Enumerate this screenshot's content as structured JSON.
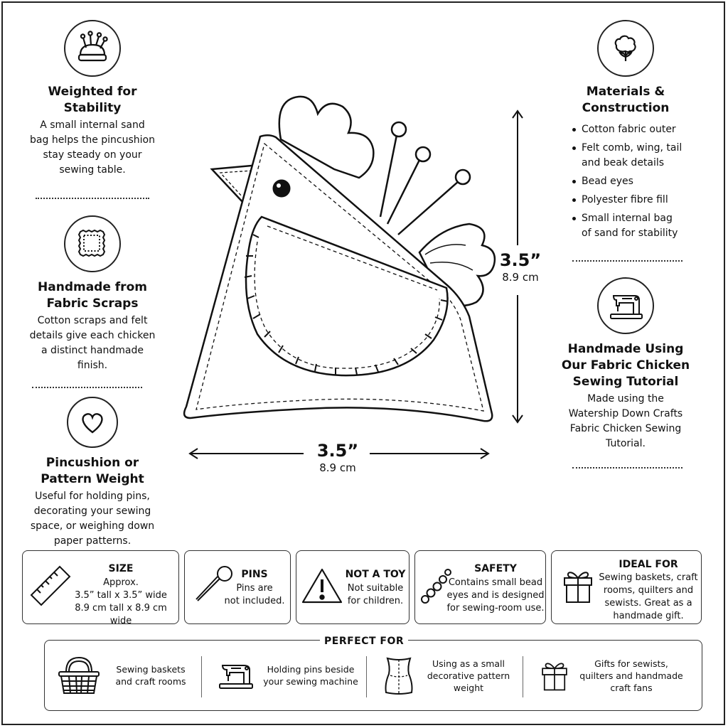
{
  "features_left": [
    {
      "title_lines": [
        "Weighted for",
        "Stability"
      ],
      "desc_lines": [
        "A small internal sand",
        "bag helps the pincushion",
        "stay steady on your",
        "sewing table."
      ],
      "icon": "pincushion-icon"
    },
    {
      "title_lines": [
        "Handmade from",
        "Fabric Scraps"
      ],
      "desc_lines": [
        "Cotton scraps and felt",
        "details give each chicken",
        "a distinct handmade",
        "finish."
      ],
      "icon": "fabric-swatch-icon"
    },
    {
      "title_lines": [
        "Pincushion or",
        "Pattern Weight"
      ],
      "desc_lines": [
        "Useful for holding pins,",
        "decorating your sewing",
        "space, or weighing down",
        "paper patterns."
      ],
      "icon": "heart-icon"
    }
  ],
  "materials": {
    "title_lines": [
      "Materials &",
      "Construction"
    ],
    "items": [
      [
        "Cotton fabric outer"
      ],
      [
        "Felt comb, wing, tail",
        "and beak details"
      ],
      [
        "Bead eyes"
      ],
      [
        "Polyester fibre fill"
      ],
      [
        "Small internal bag",
        "of sand for stability"
      ]
    ],
    "icon": "cotton-flower-icon"
  },
  "tutorial": {
    "title_lines": [
      "Handmade Using",
      "Our Fabric Chicken",
      "Sewing Tutorial"
    ],
    "desc_lines": [
      "Made using the",
      "Watership Down Crafts",
      "Fabric Chicken Sewing",
      "Tutorial."
    ],
    "icon": "sewing-machine-icon"
  },
  "dimensions": {
    "height_in": "3.5”",
    "height_cm": "8.9 cm",
    "width_in": "3.5”",
    "width_cm": "8.9 cm"
  },
  "cards": {
    "size": {
      "title": "SIZE",
      "lines": [
        "Approx.",
        "3.5” tall x 3.5” wide",
        "8.9 cm tall x 8.9 cm wide"
      ],
      "icon": "ruler-icon"
    },
    "pins": {
      "title": "PINS",
      "lines": [
        "Pins are",
        "not included."
      ],
      "icon": "pin-icon"
    },
    "toy": {
      "title": "NOT A TOY",
      "lines": [
        "Not suitable",
        "for children."
      ],
      "icon": "warning-icon"
    },
    "safety": {
      "title": "SAFETY",
      "lines": [
        "Contains small bead",
        "eyes and is designed",
        "for sewing-room use."
      ],
      "icon": "beads-icon"
    },
    "ideal": {
      "title": "IDEAL FOR",
      "lines": [
        "Sewing baskets, craft",
        "rooms, quilters and",
        "sewists. Great as a",
        "handmade gift."
      ],
      "icon": "gift-icon"
    }
  },
  "perfect_for": {
    "title": "PERFECT FOR",
    "items": [
      {
        "lines": [
          "Sewing baskets",
          "and craft rooms"
        ],
        "icon": "basket-icon"
      },
      {
        "lines": [
          "Holding pins beside",
          "your sewing machine"
        ],
        "icon": "sewing-machine-icon"
      },
      {
        "lines": [
          "Using as a small",
          "decorative pattern",
          "weight"
        ],
        "icon": "dress-form-icon"
      },
      {
        "lines": [
          "Gifts for sewists,",
          "quilters and handmade",
          "craft fans"
        ],
        "icon": "gift-icon"
      }
    ]
  }
}
